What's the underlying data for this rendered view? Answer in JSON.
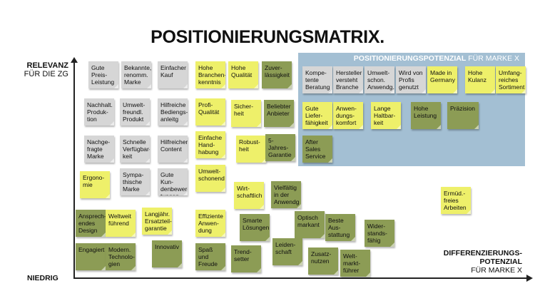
{
  "title": "POSITIONIERUNGSMATRIX.",
  "y_axis": {
    "label_bold": "RELEVANZ",
    "label_normal": "FÜR DIE ZG",
    "low_label": "NIEDRIG"
  },
  "x_axis": {
    "label_bold": "DIFFERENZIERUNGS-\nPOTENZIAL",
    "label_normal": "FÜR MARKE X"
  },
  "zone": {
    "title_bold": "POSITIONIERUNGSPOTENZIAL",
    "title_normal": " FÜR MARKE X"
  },
  "colors": {
    "gray": "#d6d6d6",
    "yellow": "#eef06a",
    "olive": "#8c9c55",
    "zone": "#a3bfd3"
  },
  "notes": [
    {
      "id": "gute-preisleistung",
      "text": "Gute\nPreis-\nLeistung",
      "color": "gray"
    },
    {
      "id": "bekannte-marke",
      "text": "Bekannte,\nrenomm.\nMarke",
      "color": "gray"
    },
    {
      "id": "einfacher-kauf",
      "text": "Einfacher\nKauf",
      "color": "gray"
    },
    {
      "id": "hohe-branchenkenntnis",
      "text": "Hohe\nBranchen-\nkenntnis",
      "color": "yellow"
    },
    {
      "id": "hohe-qualitaet",
      "text": "Hohe\nQualität",
      "color": "yellow"
    },
    {
      "id": "zuverlaessigkeit",
      "text": "Zuver-\nlässigkeit",
      "color": "olive"
    },
    {
      "id": "kompetente-beratung",
      "text": "Kompe-\ntente\nBeratung",
      "color": "gray"
    },
    {
      "id": "hersteller-branche",
      "text": "Hersteller\nversteht\nBranche",
      "color": "gray"
    },
    {
      "id": "umweltschon-anwendg",
      "text": "Umwelt-\nschon.\nAnwendg.",
      "color": "gray"
    },
    {
      "id": "wird-von-profis",
      "text": "Wird von\nProfis\ngenutzt",
      "color": "gray"
    },
    {
      "id": "made-in-germany",
      "text": "Made in\nGermany",
      "color": "yellow"
    },
    {
      "id": "hohe-kulanz",
      "text": "Hohe\nKulanz",
      "color": "yellow"
    },
    {
      "id": "umfangreiches-sortiment",
      "text": "Umfang-\nreiches\nSortiment",
      "color": "yellow"
    },
    {
      "id": "nachhalt-produktion",
      "text": "Nachhalt.\nProduk-\ntion",
      "color": "gray"
    },
    {
      "id": "umweltfreundl-produkt",
      "text": "Umwelt-\nfreundl.\nProdukt",
      "color": "gray"
    },
    {
      "id": "hilfreiche-bedienungsanleitung",
      "text": "Hilfreiche\nBediengs-\nanleitg",
      "color": "gray"
    },
    {
      "id": "profi-qualitaet",
      "text": "Profi-\nQualität",
      "color": "yellow"
    },
    {
      "id": "sicherheit",
      "text": "Sicher-\nheit",
      "color": "yellow"
    },
    {
      "id": "beliebter-anbieter",
      "text": "Beliebter\nAnbieter",
      "color": "olive"
    },
    {
      "id": "gute-lieferfaehigkeit",
      "text": "Gute\nLiefer-\nfähigkeit",
      "color": "yellow"
    },
    {
      "id": "anwendungskomfort",
      "text": "Anwen-\ndungs-\nkomfort",
      "color": "yellow"
    },
    {
      "id": "lange-haltbarkeit",
      "text": "Lange\nHaltbar-\nkeit",
      "color": "yellow"
    },
    {
      "id": "hohe-leistung",
      "text": "Hohe\nLeistung",
      "color": "olive"
    },
    {
      "id": "praezision",
      "text": "Präzision",
      "color": "olive"
    },
    {
      "id": "nachgefragte-marke",
      "text": "Nachge-\nfragte\nMarke",
      "color": "gray"
    },
    {
      "id": "schnelle-verfuegbarkeit",
      "text": "Schnelle\nVerfügbar-\nkeit",
      "color": "gray"
    },
    {
      "id": "hilfreicher-content",
      "text": "Hilfreicher\nContent",
      "color": "gray"
    },
    {
      "id": "einfache-handhabung",
      "text": "Einfache\nHand-\nhabung",
      "color": "yellow"
    },
    {
      "id": "robustheit",
      "text": "Robust-\nheit",
      "color": "yellow"
    },
    {
      "id": "5-jahres-garantie",
      "text": "5-Jahres-\nGarantie",
      "color": "olive"
    },
    {
      "id": "after-sales-service",
      "text": "After\nSales\nService",
      "color": "olive"
    },
    {
      "id": "ergonomie",
      "text": "Ergono-\nmie",
      "color": "yellow"
    },
    {
      "id": "sympathische-marke",
      "text": "Sympa-\nthische\nMarke",
      "color": "gray"
    },
    {
      "id": "gute-kundenbewertungen",
      "text": "Gute Kun-\ndenbewer-\ntungen",
      "color": "gray"
    },
    {
      "id": "umweltschonend",
      "text": "Umwelt-\nschonend",
      "color": "yellow"
    },
    {
      "id": "wirtschaftlich",
      "text": "Wirt-\nschaftlich",
      "color": "yellow"
    },
    {
      "id": "vielfaeltig-anwendung",
      "text": "Vielfältig\nin der\nAnwendg",
      "color": "olive"
    },
    {
      "id": "ermuedungsfreies-arbeiten",
      "text": "Ermüd.-\nfreies\nArbeiten",
      "color": "yellow"
    },
    {
      "id": "ansprechendes-design",
      "text": "Ansprech-\nendes\nDesign",
      "color": "olive"
    },
    {
      "id": "weltweit-fuehrend",
      "text": "Weltweit\nführend",
      "color": "yellow"
    },
    {
      "id": "langjaehr-ersatzteilgarantie",
      "text": "Langjähr.\nErsatzteil-\ngarantie",
      "color": "yellow"
    },
    {
      "id": "effiziente-anwendung",
      "text": "Effiziente\nAnwen-\ndung",
      "color": "yellow"
    },
    {
      "id": "smarte-loesungen",
      "text": "Smarte\nLösungen",
      "color": "olive"
    },
    {
      "id": "optisch-markant",
      "text": "Optisch\nmarkant",
      "color": "olive"
    },
    {
      "id": "beste-ausstattung",
      "text": "Beste\nAus-\nstattung",
      "color": "olive"
    },
    {
      "id": "widerstandsfaehig",
      "text": "Wider-\nstands-\nfähig",
      "color": "olive"
    },
    {
      "id": "engagiert",
      "text": "Engagiert",
      "color": "olive"
    },
    {
      "id": "modern-technologien",
      "text": "Modern.\nTechnolo-\ngien",
      "color": "olive"
    },
    {
      "id": "innovativ",
      "text": "Innovativ",
      "color": "olive"
    },
    {
      "id": "spass-und-freude",
      "text": "Spaß und\nFreude",
      "color": "olive"
    },
    {
      "id": "trendsetter",
      "text": "Trend-\nsetter",
      "color": "olive"
    },
    {
      "id": "leidenschaft",
      "text": "Leiden-\nschaft",
      "color": "olive"
    },
    {
      "id": "zusatznutzen",
      "text": "Zusatz-\nnutzen",
      "color": "olive"
    },
    {
      "id": "weltmarktfuehrer",
      "text": "Welt-\nmarkt-\nführer",
      "color": "olive"
    }
  ]
}
